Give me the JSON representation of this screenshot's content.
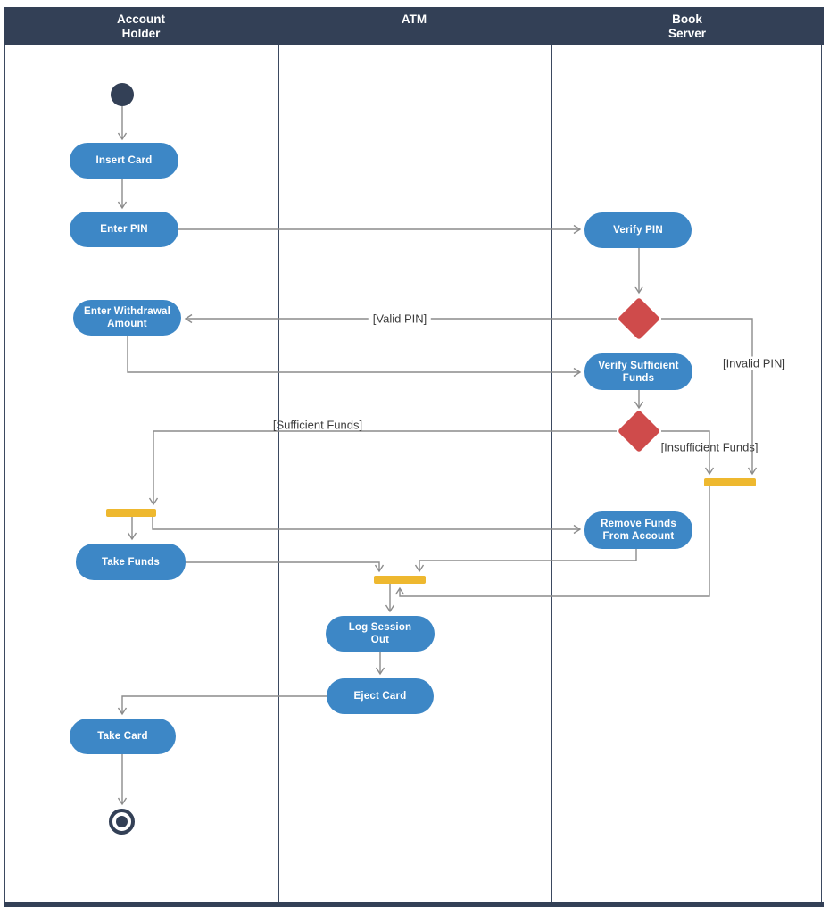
{
  "header": {
    "lanes": [
      {
        "name": "account-holder",
        "line1": "Account",
        "line2": "Holder"
      },
      {
        "name": "atm",
        "line1": "ATM",
        "line2": ""
      },
      {
        "name": "book-server",
        "line1": "Book",
        "line2": "Server"
      }
    ]
  },
  "nodes": {
    "insert_card": "Insert Card",
    "enter_pin": "Enter PIN",
    "enter_withdrawal_amount": "Enter Withdrawal Amount",
    "verify_pin": "Verify PIN",
    "verify_sufficient_funds": "Verify Sufficient Funds",
    "remove_funds_from_account": "Remove Funds From Account",
    "take_funds": "Take Funds",
    "log_session_out": "Log Session Out",
    "eject_card": "Eject Card",
    "take_card": "Take Card"
  },
  "edge_labels": {
    "valid_pin": "[Valid PIN]",
    "invalid_pin": "[Invalid PIN]",
    "sufficient_funds": "[Sufficient Funds]",
    "insufficient_funds": "[Insufficient Funds]"
  },
  "colors": {
    "header_bg": "#334056",
    "node_fill": "#3d87c6",
    "decision_fill": "#cf4b4b",
    "sync_bar_fill": "#eeb82f",
    "connector": "#8c8c8c",
    "border": "#3b4960"
  }
}
